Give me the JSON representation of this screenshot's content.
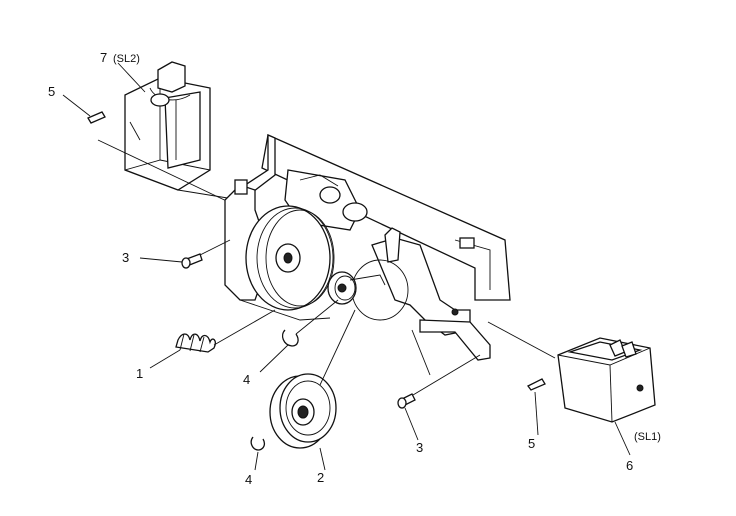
{
  "labels": {
    "part_1": "1",
    "part_2": "2",
    "part_3a": "3",
    "part_3b": "3",
    "part_4a": "4",
    "part_4b": "4",
    "part_5a": "5",
    "part_5b": "5",
    "part_6": "6",
    "part_7": "7",
    "sl2": "(SL2)",
    "sl1": "(SL1)"
  }
}
